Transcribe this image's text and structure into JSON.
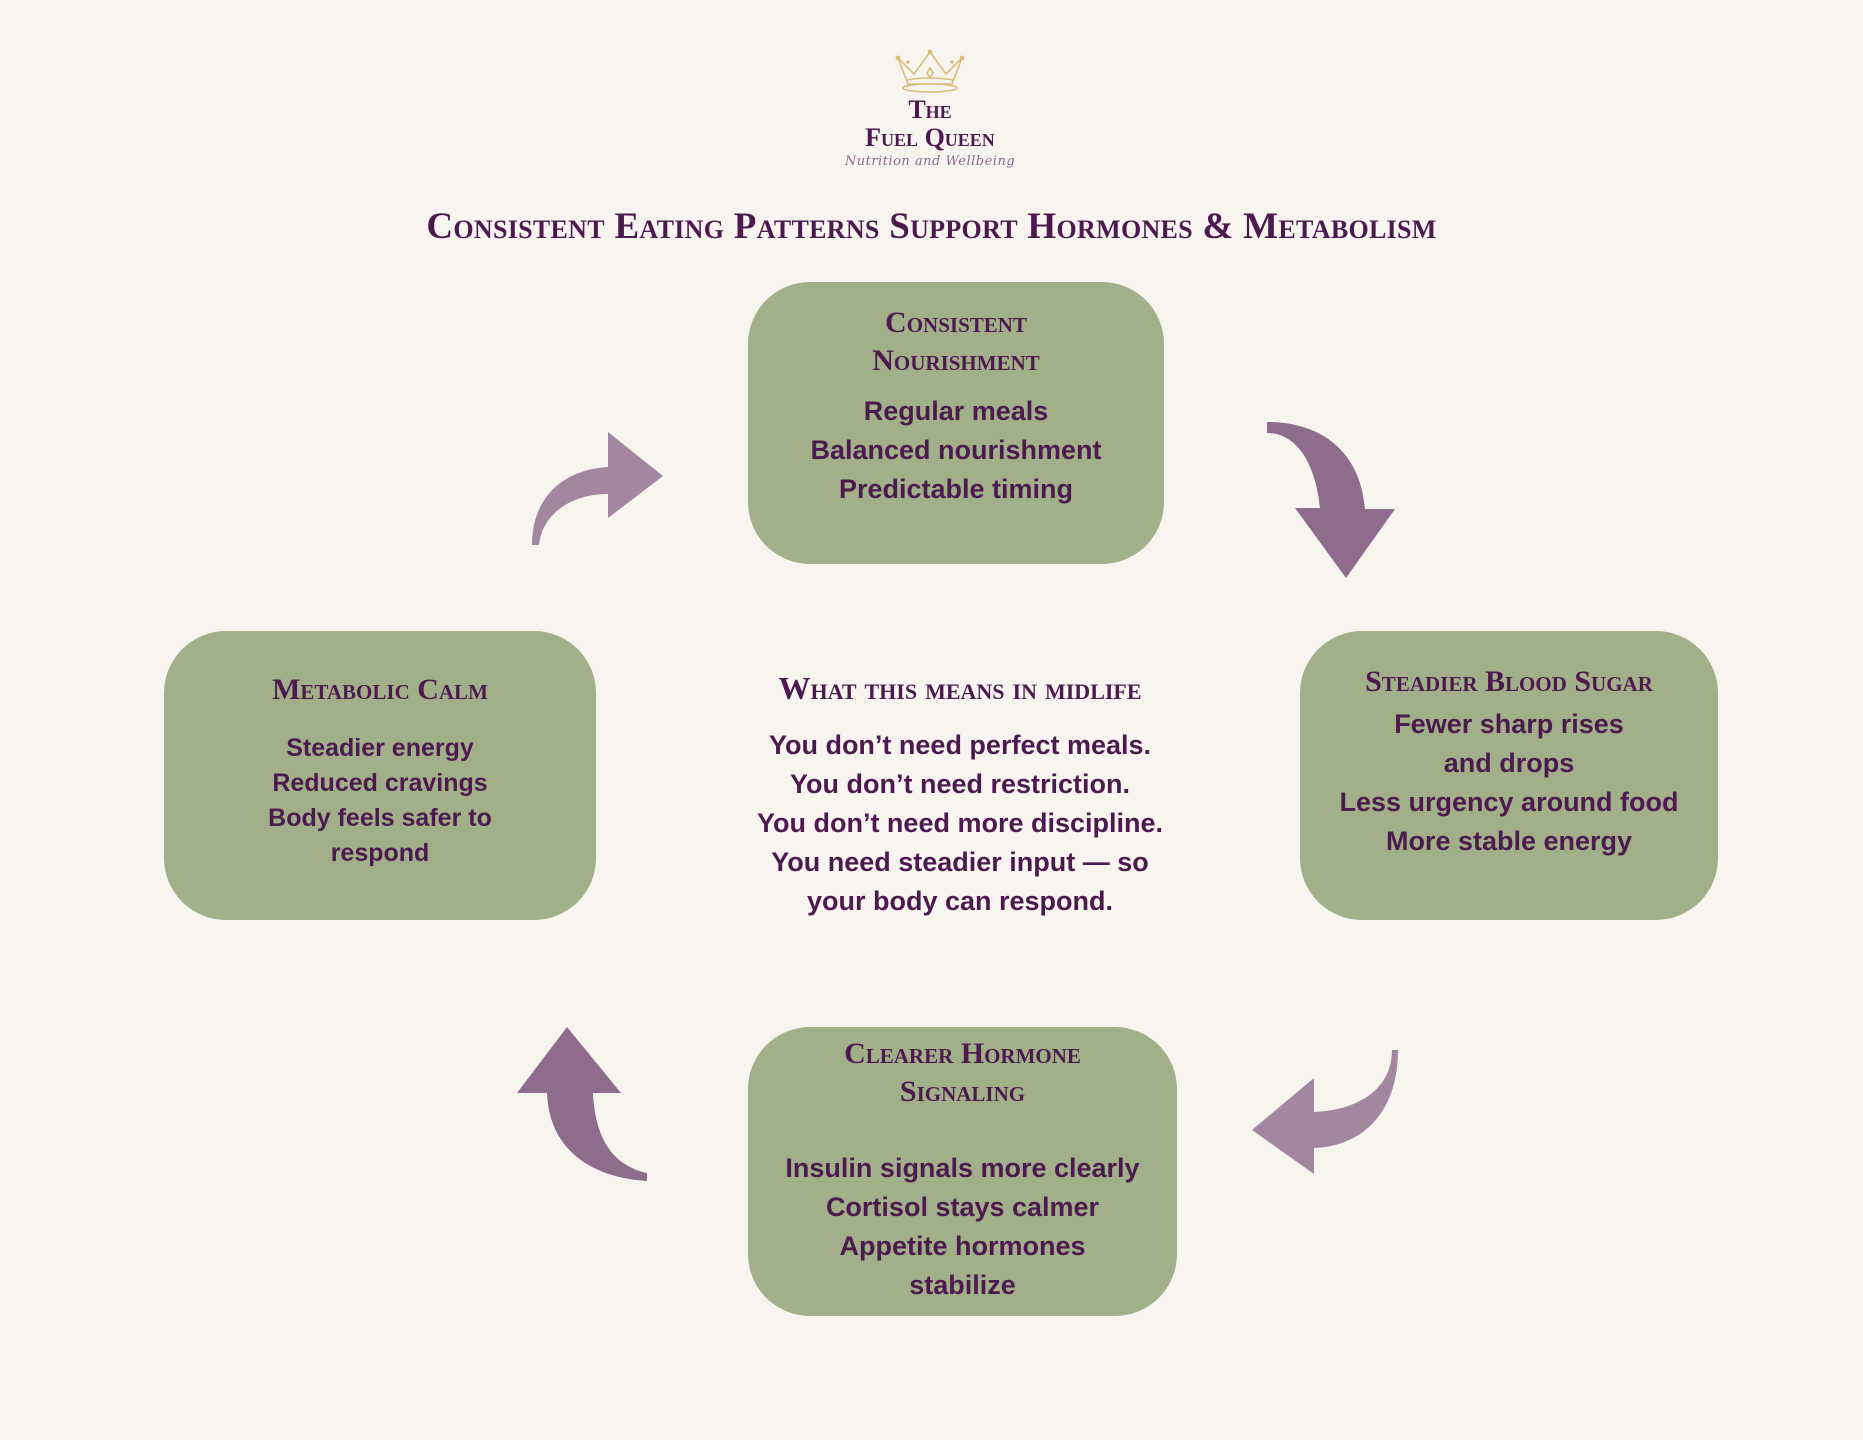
{
  "logo": {
    "icon": "crown-icon",
    "brand_line1": "The",
    "brand_line2": "Fuel Queen",
    "tagline": "Nutrition and Wellbeing",
    "crown_color": "#d9be7a"
  },
  "title": "Consistent Eating Patterns Support Hormones & Metabolism",
  "colors": {
    "background": "#f8f5f0",
    "box_fill": "#a2b08a",
    "text": "#4d1a4f",
    "arrow_light": "#a3869f",
    "arrow_dark": "#8e6c8c"
  },
  "cycle": {
    "top": {
      "heading_line1": "Consistent",
      "heading_line2": "Nourishment",
      "lines": [
        "Regular meals",
        "Balanced nourishment",
        "Predictable timing"
      ]
    },
    "right": {
      "heading": "Steadier Blood Sugar",
      "lines": [
        "Fewer sharp rises",
        "and drops",
        "Less urgency around food",
        "More stable energy"
      ]
    },
    "bottom": {
      "heading_line1": "Clearer Hormone",
      "heading_line2": "Signaling",
      "lines": [
        "Insulin signals more clearly",
        "Cortisol stays calmer",
        "Appetite hormones",
        "stabilize"
      ]
    },
    "left": {
      "heading": "Metabolic Calm",
      "lines": [
        "Steadier energy",
        "Reduced cravings",
        "Body feels safer to",
        "respond"
      ]
    }
  },
  "center": {
    "heading": "What this means in midlife",
    "lines": [
      "You don’t need perfect meals.",
      "You don’t need restriction.",
      "You don’t need more discipline.",
      "You need steadier input — so",
      "your body can respond."
    ]
  },
  "arrows": [
    {
      "name": "arrow-left-to-top",
      "direction": "curved-right"
    },
    {
      "name": "arrow-top-to-right",
      "direction": "curved-down"
    },
    {
      "name": "arrow-right-to-bottom",
      "direction": "curved-left"
    },
    {
      "name": "arrow-bottom-to-left",
      "direction": "curved-up"
    }
  ]
}
